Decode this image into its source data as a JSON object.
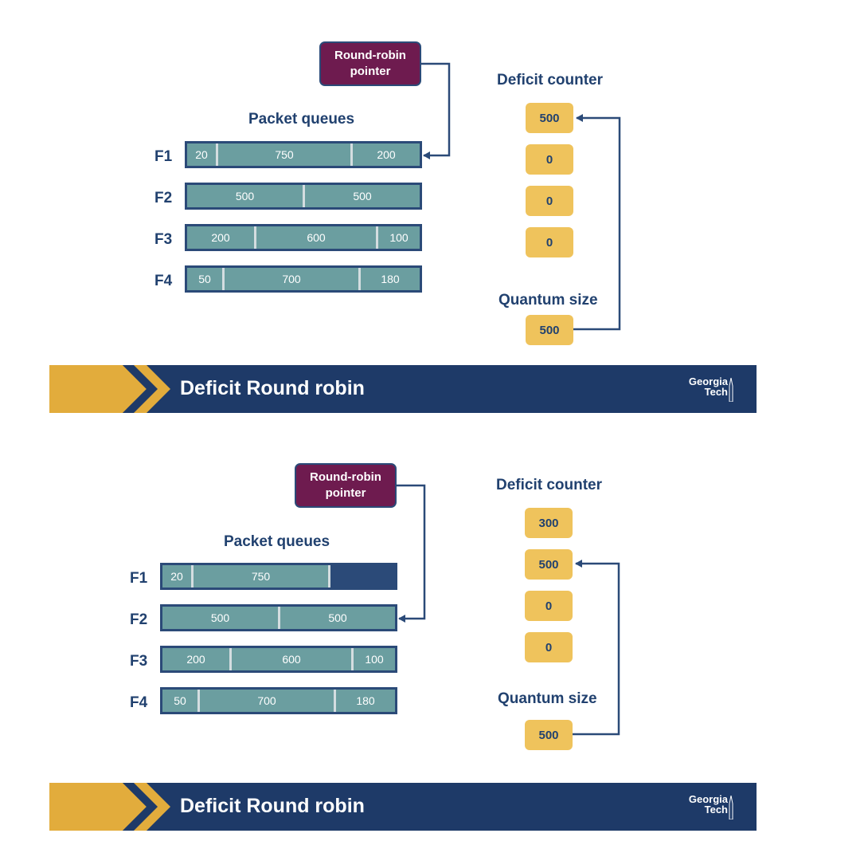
{
  "slides": [
    {
      "pointer_label_line1": "Round-robin",
      "pointer_label_line2": "pointer",
      "queues_title": "Packet queues",
      "deficit_title": "Deficit counter",
      "quantum_title": "Quantum size",
      "quantum_value": "500",
      "flows": [
        {
          "label": "F1",
          "packets": [
            "20",
            "750",
            "200"
          ],
          "counter": "500"
        },
        {
          "label": "F2",
          "packets": [
            "500",
            "500"
          ],
          "counter": "0"
        },
        {
          "label": "F3",
          "packets": [
            "200",
            "600",
            "100"
          ],
          "counter": "0"
        },
        {
          "label": "F4",
          "packets": [
            "50",
            "700",
            "180"
          ],
          "counter": "0"
        }
      ],
      "banner_title": "Deficit Round robin",
      "logo_line1": "Georgia",
      "logo_line2": "Tech"
    },
    {
      "pointer_label_line1": "Round-robin",
      "pointer_label_line2": "pointer",
      "queues_title": "Packet queues",
      "deficit_title": "Deficit counter",
      "quantum_title": "Quantum size",
      "quantum_value": "500",
      "flows": [
        {
          "label": "F1",
          "packets": [
            "20",
            "750"
          ],
          "counter": "300"
        },
        {
          "label": "F2",
          "packets": [
            "500",
            "500"
          ],
          "counter": "500"
        },
        {
          "label": "F3",
          "packets": [
            "200",
            "600",
            "100"
          ],
          "counter": "0"
        },
        {
          "label": "F4",
          "packets": [
            "50",
            "700",
            "180"
          ],
          "counter": "0"
        }
      ],
      "banner_title": "Deficit Round robin",
      "logo_line1": "Georgia",
      "logo_line2": "Tech"
    }
  ],
  "colors": {
    "navy": "#21416f",
    "packet_teal": "#6b9ea0",
    "counter_gold": "#efc35c",
    "pointer_plum": "#6e1b4f",
    "banner_navy": "#1e3a68",
    "banner_gold": "#e2ac3c"
  }
}
